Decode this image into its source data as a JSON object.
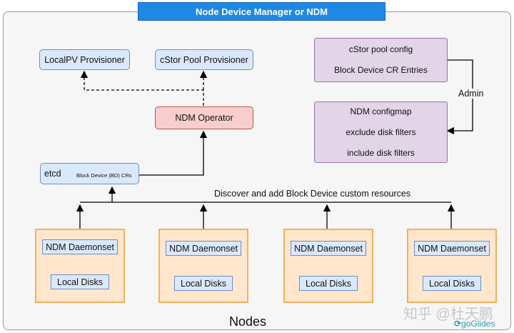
{
  "title": "Node Device Manager or NDM",
  "provisioners": {
    "localpv": "LocalPV Provisioner",
    "cstor": "cStor Pool Provisioner"
  },
  "operator": "NDM Operator",
  "etcd": {
    "label": "etcd",
    "sublabel": "Block Device (BD) CRs"
  },
  "pool_config": {
    "line1": "cStor pool config",
    "line2": "Block Device CR Entries"
  },
  "configmap": {
    "line1": "NDM configmap",
    "line2": "exclude disk filters",
    "line3": "include disk filters"
  },
  "admin_label": "Admin",
  "discover_label": "Discover and add Block Device custom resources",
  "nodes": [
    {
      "daemonset": "NDM Daemonset",
      "disks": "Local Disks"
    },
    {
      "daemonset": "NDM Daemonset",
      "disks": "Local Disks"
    },
    {
      "daemonset": "NDM Daemonset",
      "disks": "Local Disks"
    },
    {
      "daemonset": "NDM Daemonset",
      "disks": "Local Disks"
    }
  ],
  "nodes_label": "Nodes",
  "watermark": {
    "main": "知乎 @杜天鹏",
    "brand": "goGlides"
  }
}
